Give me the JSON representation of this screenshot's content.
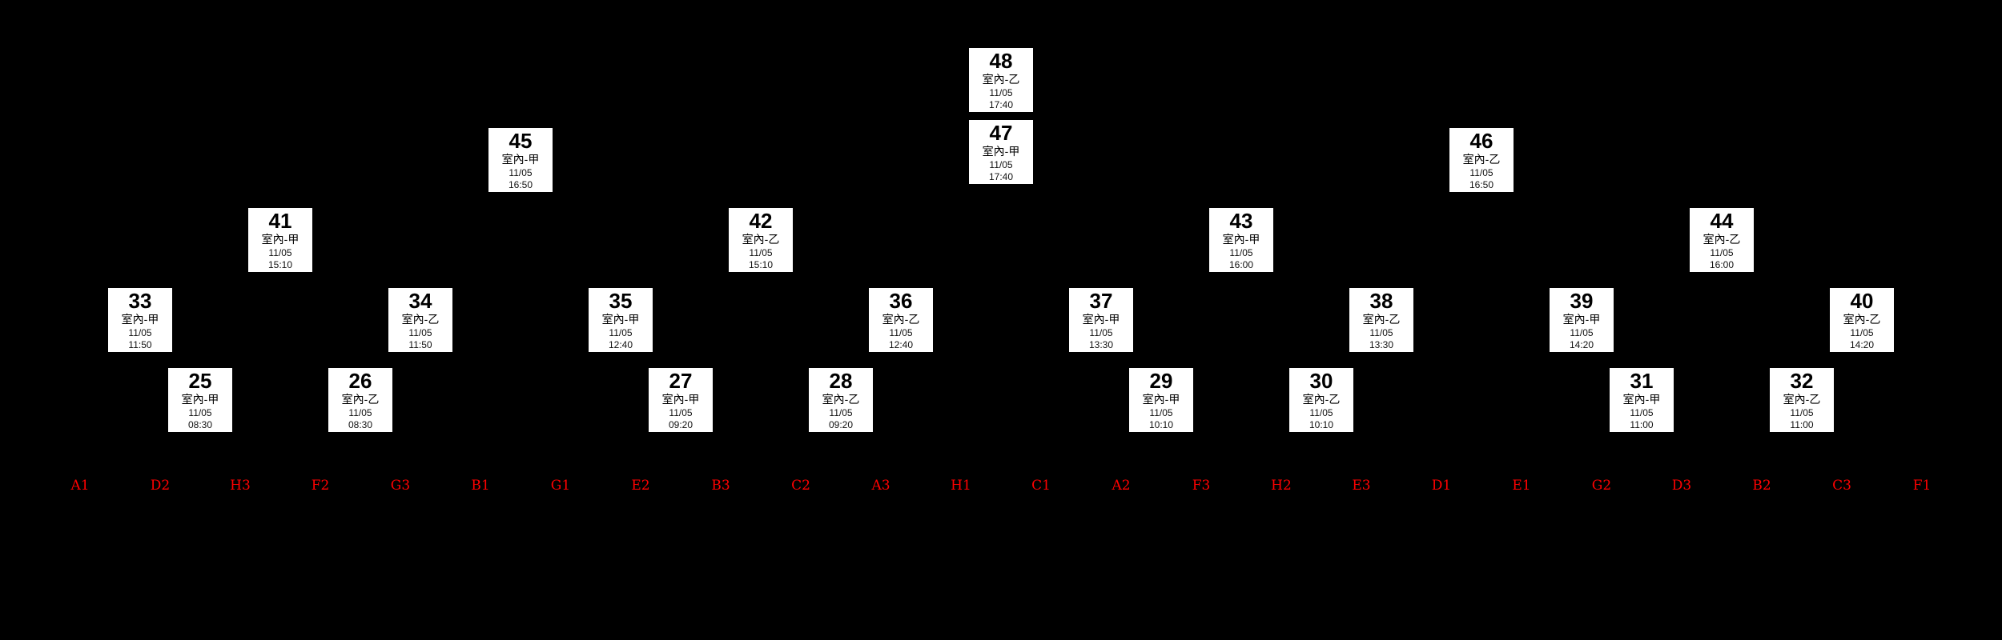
{
  "colors": {
    "background": "#000000",
    "box_background": "#ffffff",
    "box_text": "#000000",
    "seed_text": "#ff0000"
  },
  "bracket": {
    "seeds": [
      "A1",
      "D2",
      "H3",
      "F2",
      "G3",
      "B1",
      "G1",
      "E2",
      "B3",
      "C2",
      "A3",
      "H1",
      "C1",
      "A2",
      "F3",
      "H2",
      "E3",
      "D1",
      "E1",
      "G2",
      "D3",
      "B2",
      "C3",
      "F1"
    ],
    "matches": [
      {
        "id": 25,
        "venue": "室內-甲",
        "date": "11/05",
        "time": "08:30",
        "row": "r1",
        "from": [
          "D2",
          "H3"
        ]
      },
      {
        "id": 26,
        "venue": "室內-乙",
        "date": "11/05",
        "time": "08:30",
        "row": "r1",
        "from": [
          "F2",
          "G3"
        ]
      },
      {
        "id": 27,
        "venue": "室內-甲",
        "date": "11/05",
        "time": "09:20",
        "row": "r1",
        "from": [
          "E2",
          "B3"
        ]
      },
      {
        "id": 28,
        "venue": "室內-乙",
        "date": "11/05",
        "time": "09:20",
        "row": "r1",
        "from": [
          "C2",
          "A3"
        ]
      },
      {
        "id": 29,
        "venue": "室內-甲",
        "date": "11/05",
        "time": "10:10",
        "row": "r1",
        "from": [
          "A2",
          "F3"
        ]
      },
      {
        "id": 30,
        "venue": "室內-乙",
        "date": "11/05",
        "time": "10:10",
        "row": "r1",
        "from": [
          "H2",
          "E3"
        ]
      },
      {
        "id": 31,
        "venue": "室內-甲",
        "date": "11/05",
        "time": "11:00",
        "row": "r1",
        "from": [
          "G2",
          "D3"
        ]
      },
      {
        "id": 32,
        "venue": "室內-乙",
        "date": "11/05",
        "time": "11:00",
        "row": "r1",
        "from": [
          "B2",
          "C3"
        ]
      },
      {
        "id": 33,
        "venue": "室內-甲",
        "date": "11/05",
        "time": "11:50",
        "row": "r2",
        "from": [
          "A1",
          25
        ]
      },
      {
        "id": 34,
        "venue": "室內-乙",
        "date": "11/05",
        "time": "11:50",
        "row": "r2",
        "from": [
          26,
          "B1"
        ]
      },
      {
        "id": 35,
        "venue": "室內-甲",
        "date": "11/05",
        "time": "12:40",
        "row": "r2",
        "from": [
          "G1",
          27
        ]
      },
      {
        "id": 36,
        "venue": "室內-乙",
        "date": "11/05",
        "time": "12:40",
        "row": "r2",
        "from": [
          28,
          "H1"
        ]
      },
      {
        "id": 37,
        "venue": "室內-甲",
        "date": "11/05",
        "time": "13:30",
        "row": "r2",
        "from": [
          "C1",
          29
        ]
      },
      {
        "id": 38,
        "venue": "室內-乙",
        "date": "11/05",
        "time": "13:30",
        "row": "r2",
        "from": [
          30,
          "D1"
        ]
      },
      {
        "id": 39,
        "venue": "室內-甲",
        "date": "11/05",
        "time": "14:20",
        "row": "r2",
        "from": [
          "E1",
          31
        ]
      },
      {
        "id": 40,
        "venue": "室內-乙",
        "date": "11/05",
        "time": "14:20",
        "row": "r2",
        "from": [
          32,
          "F1"
        ]
      },
      {
        "id": 41,
        "venue": "室內-甲",
        "date": "11/05",
        "time": "15:10",
        "row": "qf",
        "from": [
          33,
          34
        ]
      },
      {
        "id": 42,
        "venue": "室內-乙",
        "date": "11/05",
        "time": "15:10",
        "row": "qf",
        "from": [
          35,
          36
        ]
      },
      {
        "id": 43,
        "venue": "室內-甲",
        "date": "11/05",
        "time": "16:00",
        "row": "qf",
        "from": [
          37,
          38
        ]
      },
      {
        "id": 44,
        "venue": "室內-乙",
        "date": "11/05",
        "time": "16:00",
        "row": "qf",
        "from": [
          39,
          40
        ]
      },
      {
        "id": 45,
        "venue": "室內-甲",
        "date": "11/05",
        "time": "16:50",
        "row": "sf",
        "from": [
          41,
          42
        ]
      },
      {
        "id": 46,
        "venue": "室內-乙",
        "date": "11/05",
        "time": "16:50",
        "row": "sf",
        "from": [
          43,
          44
        ]
      },
      {
        "id": 47,
        "venue": "室內-甲",
        "date": "11/05",
        "time": "17:40",
        "row": "third",
        "from": [
          45,
          46
        ]
      },
      {
        "id": 48,
        "venue": "室內-乙",
        "date": "11/05",
        "time": "17:40",
        "row": "final",
        "from": [
          45,
          46
        ]
      }
    ]
  }
}
